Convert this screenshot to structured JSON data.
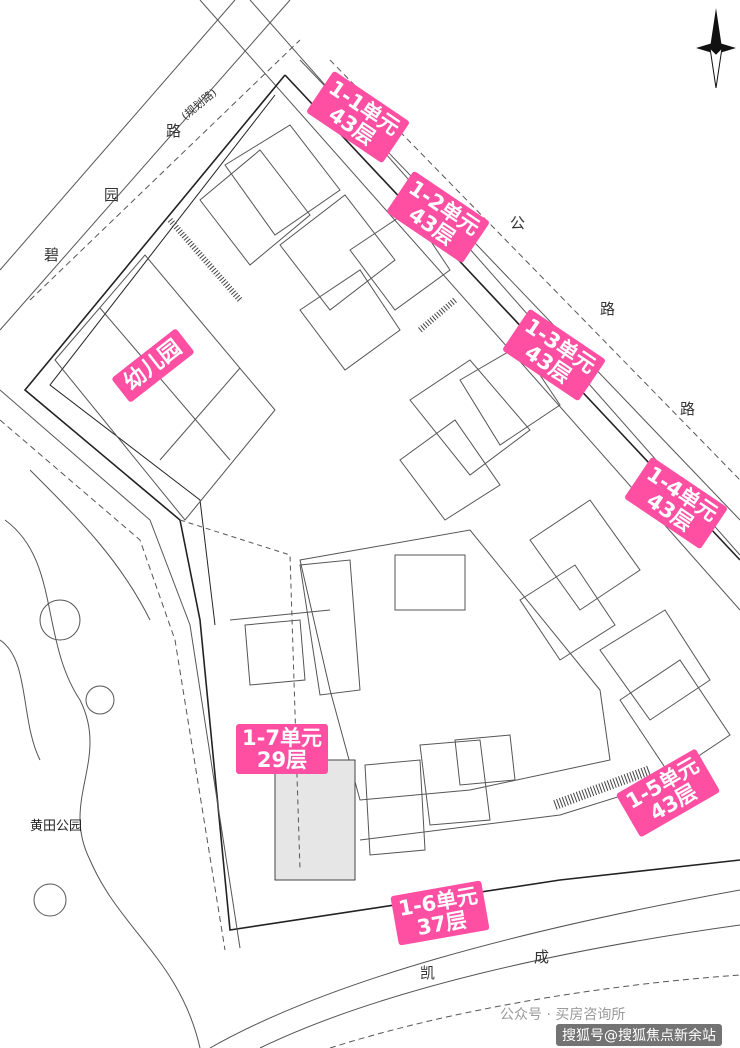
{
  "map": {
    "labels": {
      "u1": {
        "line1": "1-1单元",
        "line2": "43层"
      },
      "u2": {
        "line1": "1-2单元",
        "line2": "43层"
      },
      "u3": {
        "line1": "1-3单元",
        "line2": "43层"
      },
      "u4": {
        "line1": "1-4单元",
        "line2": "43层"
      },
      "u5": {
        "line1": "1-5单元",
        "line2": "43层"
      },
      "u6": {
        "line1": "1-6单元",
        "line2": "37层"
      },
      "u7": {
        "line1": "1-7单元",
        "line2": "29层"
      },
      "kindergarten": "幼儿园"
    },
    "roads": {
      "left_1": "碧",
      "left_2": "园",
      "left_3": "路",
      "planned": "(规划路)",
      "right_1": "公",
      "right_2": "路",
      "right_3": "路",
      "bottom_1": "凯",
      "bottom_2": "成"
    },
    "park": "黄田公园",
    "watermark": {
      "top": "公众号 · 买房咨询所",
      "bottom": "搜狐号@搜狐焦点新余站"
    },
    "colors": {
      "label_bg": "#ff4fa3",
      "line": "#333333"
    },
    "icons": [
      "north-arrow-icon",
      "entrance-arrow-icon"
    ]
  }
}
